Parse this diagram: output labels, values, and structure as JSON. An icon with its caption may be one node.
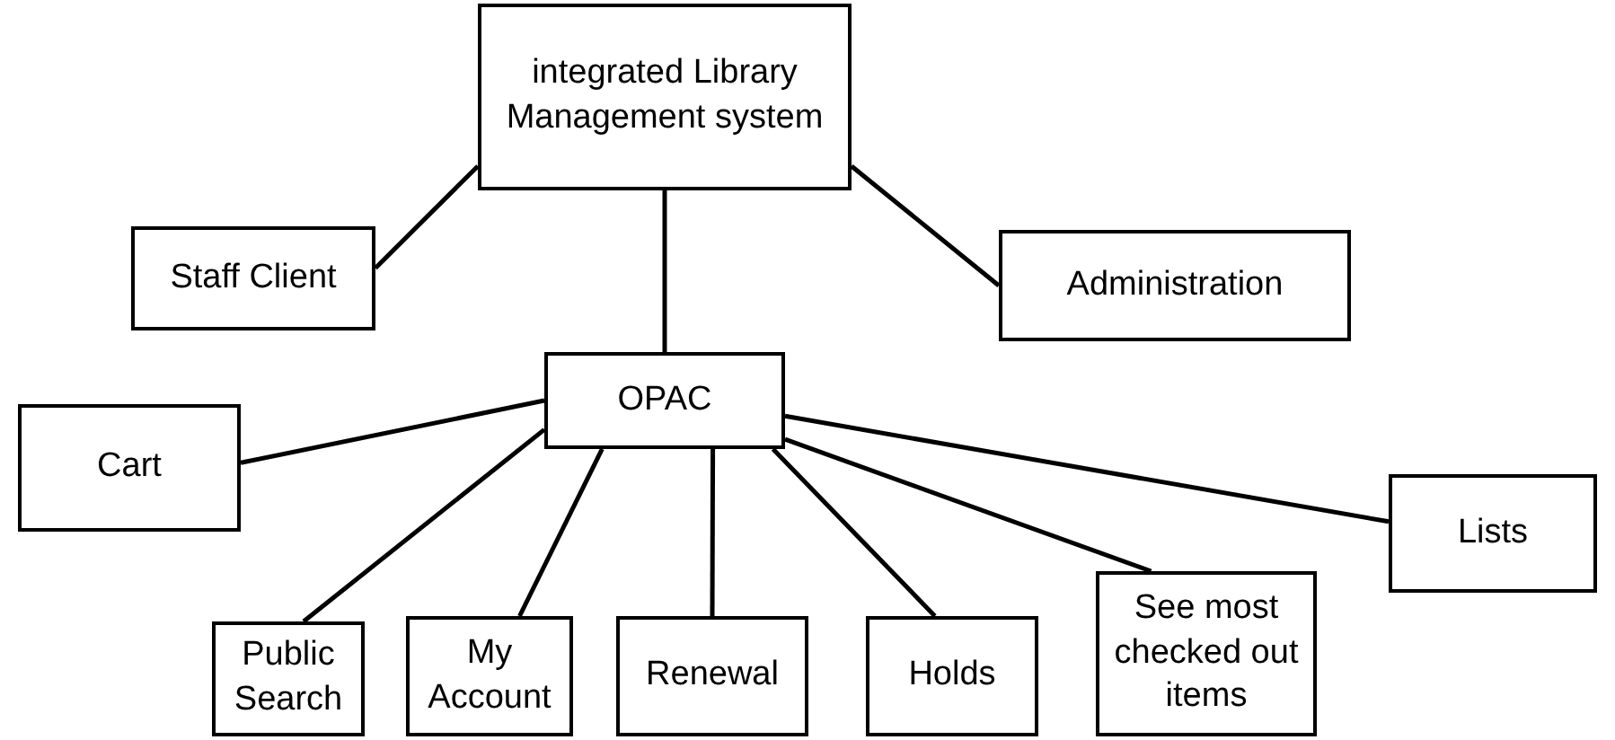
{
  "diagram": {
    "nodes": [
      {
        "text": [
          "integrated Library Management system"
        ]
      },
      {
        "text": [
          "Staff Client"
        ]
      },
      {
        "text": [
          "Administration"
        ]
      },
      {
        "text": [
          "OPAC"
        ]
      },
      {
        "text": [
          "Cart"
        ]
      },
      {
        "text": [
          "Lists"
        ]
      },
      {
        "text": [
          "Public Search"
        ]
      },
      {
        "text": [
          "My Account"
        ]
      },
      {
        "text": [
          "Renewal"
        ]
      },
      {
        "text": [
          "Holds"
        ]
      },
      {
        "text": [
          "See most checked out items"
        ]
      }
    ],
    "edges": [
      {
        "from": 0,
        "to": 1,
        "arrow": "none"
      },
      {
        "from": 0,
        "to": 2,
        "arrow": "none"
      },
      {
        "from": 0,
        "to": 3,
        "arrow": "none"
      },
      {
        "from": 3,
        "to": 4,
        "arrow": "none"
      },
      {
        "from": 3,
        "to": 5,
        "arrow": "none"
      },
      {
        "from": 3,
        "to": 6,
        "arrow": "none"
      },
      {
        "from": 3,
        "to": 7,
        "arrow": "none"
      },
      {
        "from": 3,
        "to": 8,
        "arrow": "none"
      },
      {
        "from": 3,
        "to": 9,
        "arrow": "none"
      },
      {
        "from": 3,
        "to": 10,
        "arrow": "none"
      }
    ]
  }
}
